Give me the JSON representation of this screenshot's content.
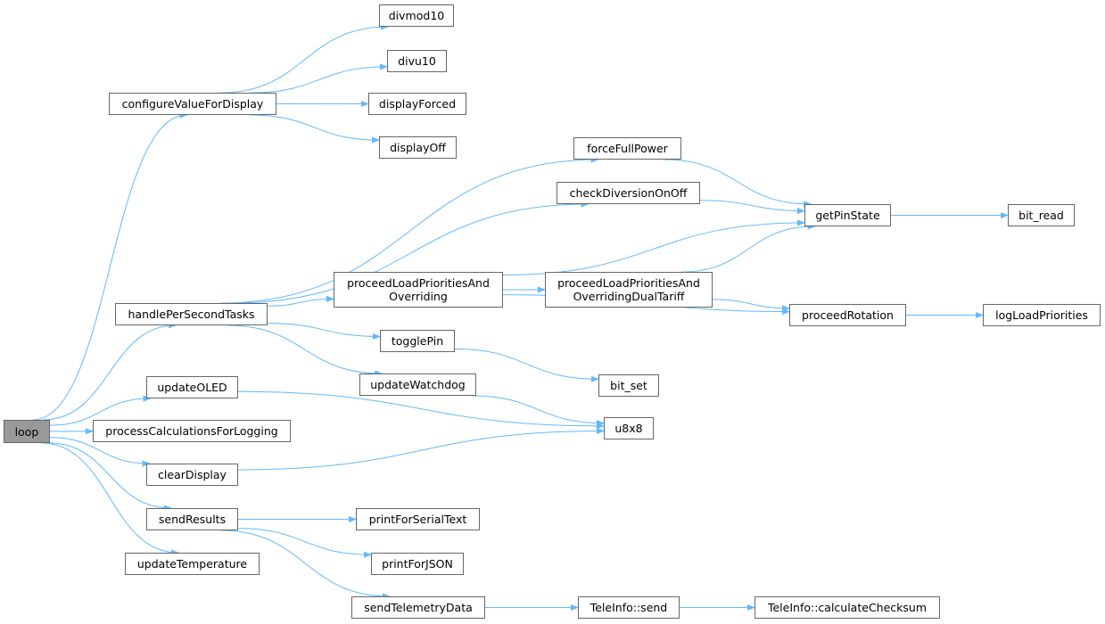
{
  "graph": {
    "colors": {
      "edge": "#63b8ff",
      "node_border": "#666666",
      "root_fill": "#999999",
      "node_fill": "#ffffff"
    },
    "nodes": {
      "loop": "loop",
      "configureValueForDisplay": "configureValueForDisplay",
      "divmod10": "divmod10",
      "divu10": "divu10",
      "displayForced": "displayForced",
      "displayOff": "displayOff",
      "forceFullPower": "forceFullPower",
      "checkDiversionOnOff": "checkDiversionOnOff",
      "getPinState": "getPinState",
      "bit_read": "bit_read",
      "proceedLoadPrioritiesAndOverriding": "proceedLoadPrioritiesAnd\nOverriding",
      "proceedLoadPrioritiesAndOverridingDualTariff": "proceedLoadPrioritiesAnd\nOverridingDualTariff",
      "proceedRotation": "proceedRotation",
      "logLoadPriorities": "logLoadPriorities",
      "handlePerSecondTasks": "handlePerSecondTasks",
      "togglePin": "togglePin",
      "bit_set": "bit_set",
      "updateOLED": "updateOLED",
      "updateWatchdog": "updateWatchdog",
      "u8x8": "u8x8",
      "processCalculationsForLogging": "processCalculationsForLogging",
      "clearDisplay": "clearDisplay",
      "sendResults": "sendResults",
      "printForSerialText": "printForSerialText",
      "printForJSON": "printForJSON",
      "updateTemperature": "updateTemperature",
      "sendTelemetryData": "sendTelemetryData",
      "TeleInfo_send": "TeleInfo::send",
      "TeleInfo_calculateChecksum": "TeleInfo::calculateChecksum"
    },
    "edges": [
      [
        "loop",
        "configureValueForDisplay"
      ],
      [
        "loop",
        "handlePerSecondTasks"
      ],
      [
        "loop",
        "updateOLED"
      ],
      [
        "loop",
        "processCalculationsForLogging"
      ],
      [
        "loop",
        "clearDisplay"
      ],
      [
        "loop",
        "sendResults"
      ],
      [
        "loop",
        "updateTemperature"
      ],
      [
        "configureValueForDisplay",
        "divmod10"
      ],
      [
        "configureValueForDisplay",
        "divu10"
      ],
      [
        "configureValueForDisplay",
        "displayForced"
      ],
      [
        "configureValueForDisplay",
        "displayOff"
      ],
      [
        "handlePerSecondTasks",
        "forceFullPower"
      ],
      [
        "handlePerSecondTasks",
        "checkDiversionOnOff"
      ],
      [
        "handlePerSecondTasks",
        "proceedLoadPrioritiesAndOverriding"
      ],
      [
        "handlePerSecondTasks",
        "togglePin"
      ],
      [
        "handlePerSecondTasks",
        "updateWatchdog"
      ],
      [
        "forceFullPower",
        "getPinState"
      ],
      [
        "checkDiversionOnOff",
        "getPinState"
      ],
      [
        "proceedLoadPrioritiesAndOverriding",
        "getPinState"
      ],
      [
        "proceedLoadPrioritiesAndOverriding",
        "proceedLoadPrioritiesAndOverridingDualTariff"
      ],
      [
        "proceedLoadPrioritiesAndOverriding",
        "proceedRotation"
      ],
      [
        "proceedLoadPrioritiesAndOverridingDualTariff",
        "getPinState"
      ],
      [
        "proceedLoadPrioritiesAndOverridingDualTariff",
        "proceedRotation"
      ],
      [
        "getPinState",
        "bit_read"
      ],
      [
        "proceedRotation",
        "logLoadPriorities"
      ],
      [
        "togglePin",
        "bit_set"
      ],
      [
        "updateOLED",
        "u8x8"
      ],
      [
        "updateWatchdog",
        "u8x8"
      ],
      [
        "clearDisplay",
        "u8x8"
      ],
      [
        "sendResults",
        "printForSerialText"
      ],
      [
        "sendResults",
        "printForJSON"
      ],
      [
        "sendResults",
        "sendTelemetryData"
      ],
      [
        "sendTelemetryData",
        "TeleInfo_send"
      ],
      [
        "TeleInfo_send",
        "TeleInfo_calculateChecksum"
      ]
    ]
  }
}
